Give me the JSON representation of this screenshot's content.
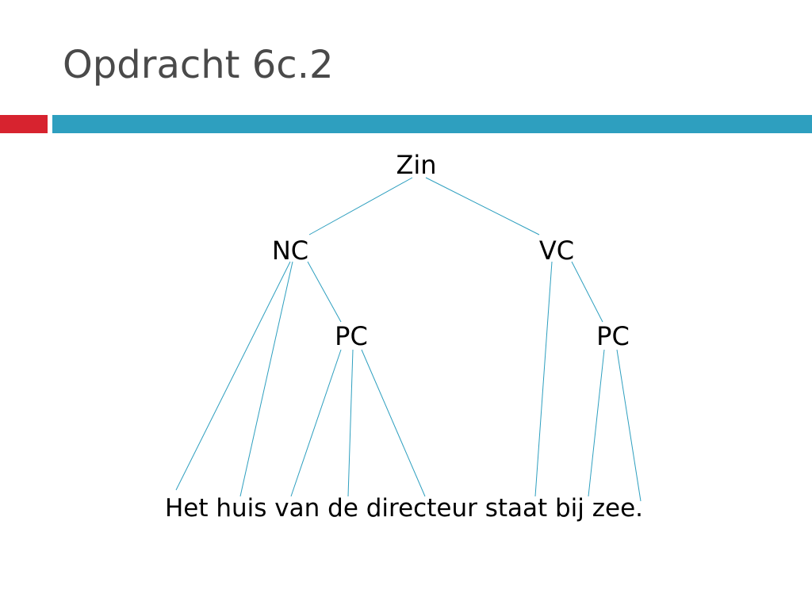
{
  "slide": {
    "title": "Opdracht 6c.2",
    "colors": {
      "title_text": "#4a4a4a",
      "accent_red": "#d7232f",
      "accent_blue": "#2e9fbf",
      "tree_lines": "#2e9fbf"
    }
  },
  "tree": {
    "root": "Zin",
    "nc": "NC",
    "vc": "VC",
    "pc_left": "PC",
    "pc_right": "PC",
    "sentence": "Het huis van de directeur staat bij zee."
  }
}
